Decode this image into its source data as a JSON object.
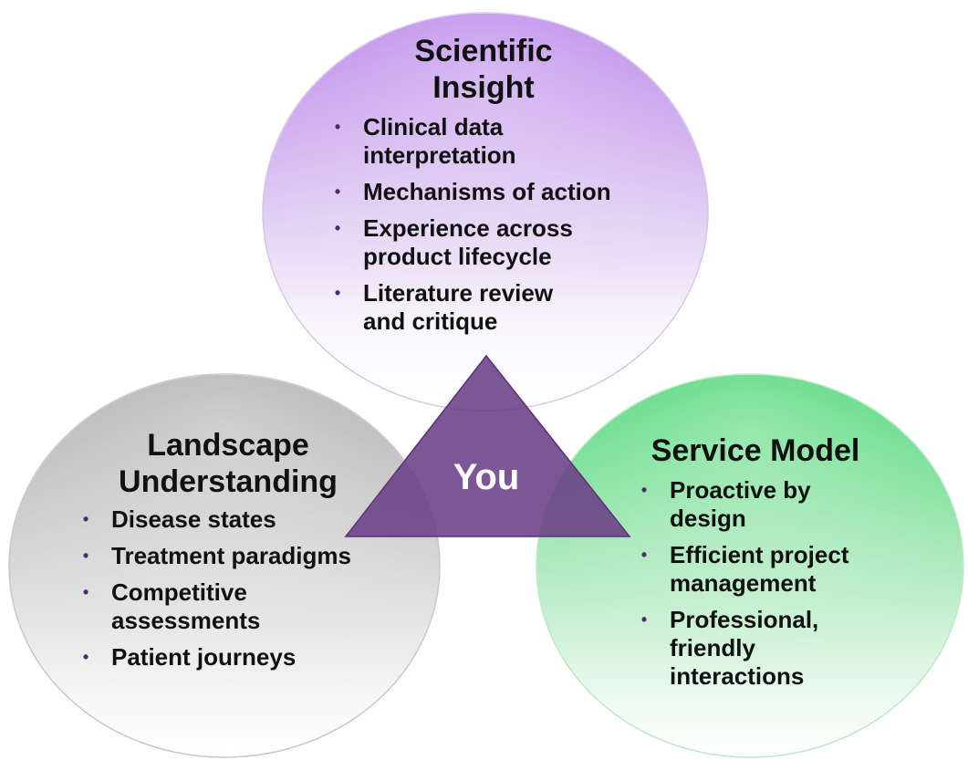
{
  "center": {
    "label": "You"
  },
  "circles": {
    "scientific": {
      "title_line1": "Scientific",
      "title_line2": "Insight",
      "color": "#a86ae0",
      "items": [
        {
          "line1": "Clinical data",
          "line2": "interpretation"
        },
        {
          "line1": "Mechanisms of action",
          "line2": ""
        },
        {
          "line1": "Experience across",
          "line2": "product lifecycle"
        },
        {
          "line1": "Literature review",
          "line2": "and critique"
        }
      ]
    },
    "landscape": {
      "title_line1": "Landscape",
      "title_line2": "Understanding",
      "color": "#9a9a9a",
      "items": [
        {
          "line1": "Disease states",
          "line2": ""
        },
        {
          "line1": "Treatment paradigms",
          "line2": ""
        },
        {
          "line1": "Competitive",
          "line2": "assessments"
        },
        {
          "line1": "Patient journeys",
          "line2": ""
        }
      ]
    },
    "service": {
      "title_line1": "Service Model",
      "title_line2": "",
      "color": "#3cc464",
      "items": [
        {
          "line1": "Proactive by",
          "line2": "design",
          "line3": ""
        },
        {
          "line1": "Efficient project",
          "line2": "management",
          "line3": ""
        },
        {
          "line1": "Professional,",
          "line2": "friendly",
          "line3": "interactions"
        }
      ]
    }
  },
  "bullet_glyph": "•",
  "colors": {
    "triangle": "#6a3f86",
    "bullet": "#4a2a6a"
  }
}
